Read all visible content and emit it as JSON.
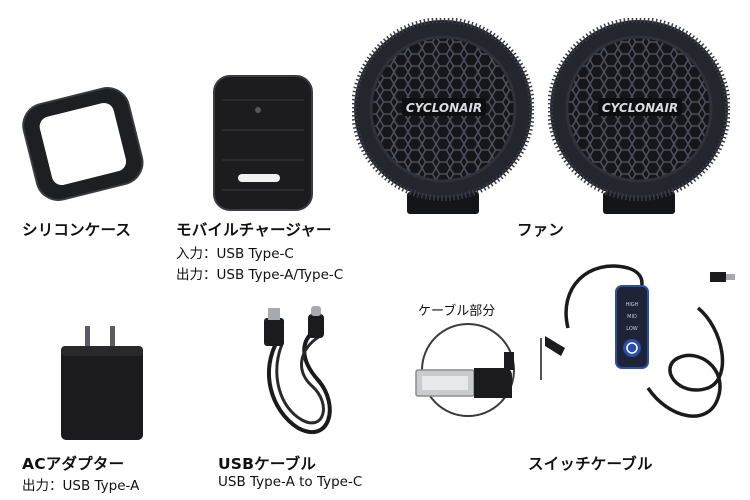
{
  "products": {
    "silicone_case": {
      "title": "シリコンケース"
    },
    "mobile_charger": {
      "title": "モバイルチャージャー",
      "spec_input": "入力：USB Type-C",
      "spec_output": "出力：USB Type-A/Type-C"
    },
    "fan": {
      "title": "ファン",
      "logo_text": "CYCLONAIR"
    },
    "ac_adapter": {
      "title": "ACアダプター",
      "spec_output": "出力：USB Type-A"
    },
    "usb_cable": {
      "title": "USBケーブル",
      "spec": "USB Type-A to Type-C"
    },
    "switch_cable": {
      "title": "スイッチケーブル",
      "cable_part_label": "ケーブル部分",
      "switch_labels": [
        "HIGH",
        "MID",
        "LOW"
      ]
    }
  },
  "colors": {
    "product_black": "#1c1c1e",
    "fan_ring": "#2a2c33",
    "switch_blue": "#2b4fa8"
  }
}
